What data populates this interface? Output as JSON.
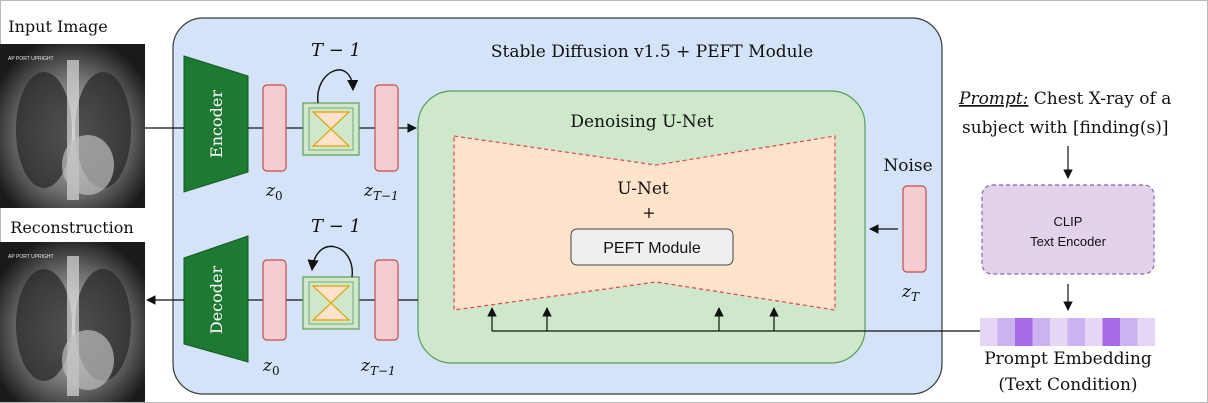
{
  "labels": {
    "input_image": "Input Image",
    "reconstruction": "Reconstruction",
    "sd_title": "Stable Diffusion v1.5 + PEFT Module",
    "unet_title": "Denoising U-Net",
    "unet_label": "U-Net",
    "plus": "+",
    "peft_module": "PEFT Module",
    "encoder": "Encoder",
    "decoder": "Decoder",
    "noise": "Noise",
    "t_minus_1": "T − 1",
    "z0": "z",
    "z0_sub": "0",
    "zt1": "z",
    "zt1_sub": "T−1",
    "zt": "z",
    "zt_sub": "T",
    "prompt_prefix": "Prompt:",
    "prompt_line1": " Chest X-ray of a",
    "prompt_line2": "subject with [finding(s)]",
    "clip_line1": "CLIP",
    "clip_line2": "Text Encoder",
    "embedding_line1": "Prompt Embedding",
    "embedding_line2": "(Text Condition)",
    "xray_tag": "AP PORT UPRIGHT"
  },
  "colors": {
    "sd_fill": "#d4e3f7",
    "unet_panel_fill": "#cfe8cc",
    "unet_shape_fill": "#fde2cc",
    "latent_fill": "#f8cdd1",
    "encoder_fill": "#1e7a32",
    "clip_fill": "#e2d2ea",
    "embedding_colors": [
      "#e6d6f6",
      "#cbb2f0",
      "#a86ae6",
      "#cbb2f0",
      "#e6d6f6",
      "#cbb2f0",
      "#e6d6f6",
      "#a86ae6",
      "#cbb2f0",
      "#e6d6f6"
    ]
  }
}
